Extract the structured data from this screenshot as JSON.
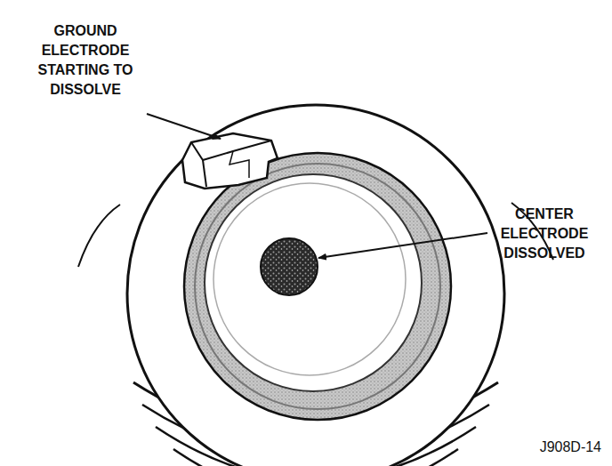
{
  "diagram": {
    "labels": [
      "GROUND ELECTRODE STARTING TO DISSOLVE",
      "CENTER ELECTRODE DISSOLVED",
      "J908D-14"
    ]
  }
}
